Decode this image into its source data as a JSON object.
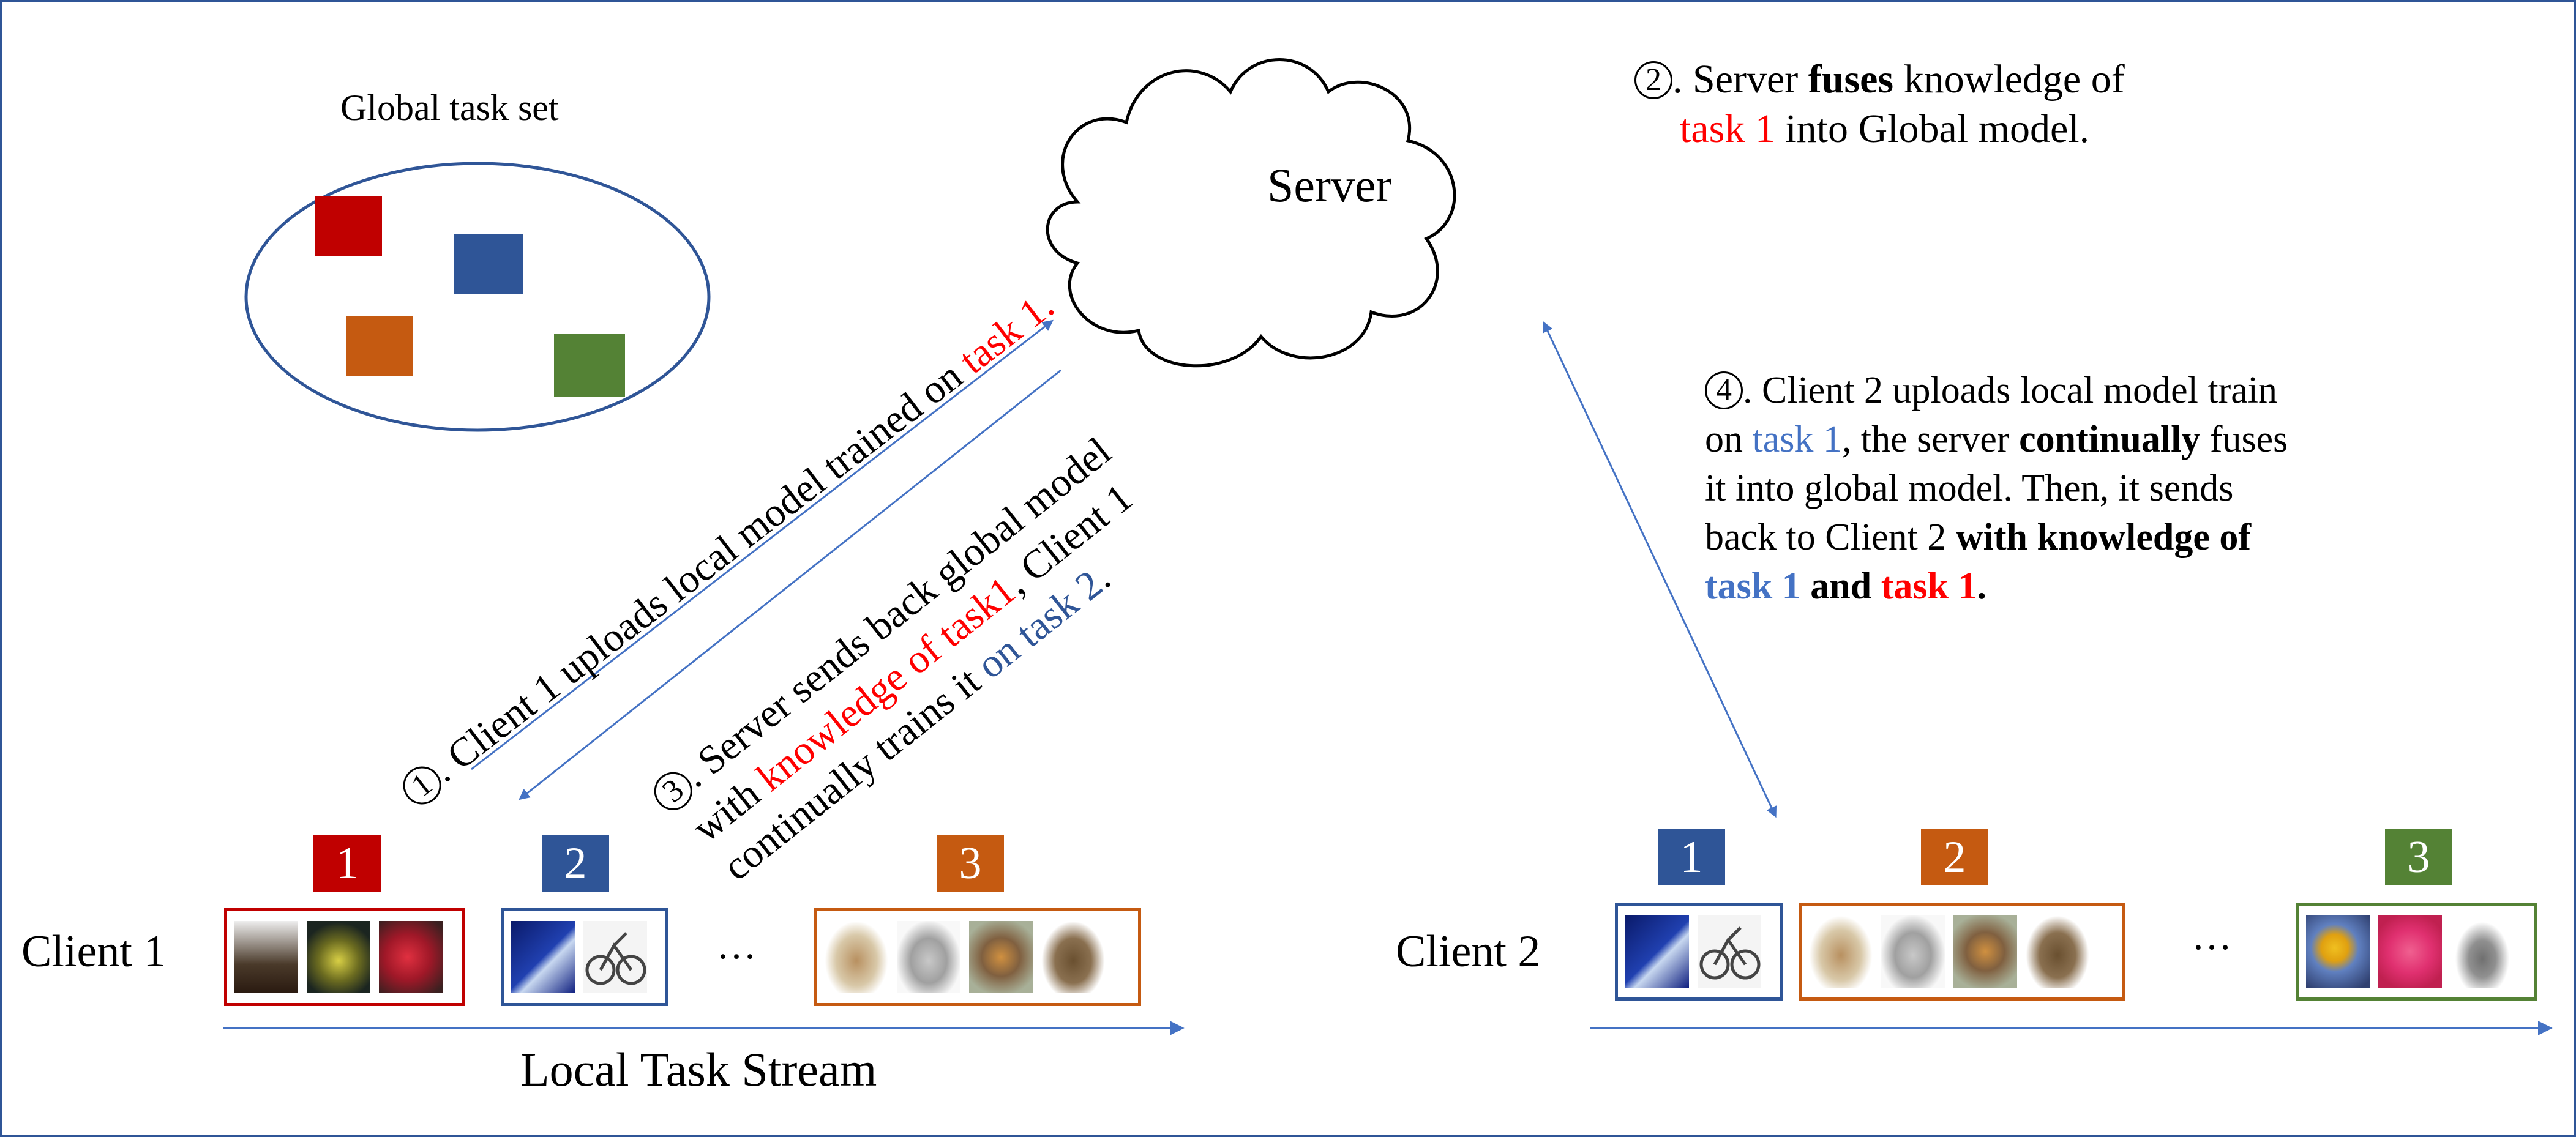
{
  "colors": {
    "task1": "#c00000",
    "task2": "#2f5597",
    "task3": "#c55a11",
    "task4": "#548235",
    "arrow": "#4472c4",
    "highlight_red": "#ff0000",
    "highlight_blue": "#4472c4"
  },
  "global_task_set": {
    "label": "Global task set",
    "tasks": [
      "task-1",
      "task-2",
      "task-3",
      "task-4"
    ]
  },
  "server": {
    "label": "Server",
    "icon": "cloud-icon"
  },
  "step1": {
    "num": "1",
    "text_a": ". Client 1 uploads local model trained on ",
    "text_b": "task 1."
  },
  "step2": {
    "num": "2",
    "text_a": ". Server ",
    "text_b": "fuses",
    "text_c": " knowledge of",
    "text_d": "task 1",
    "text_e": " into Global model."
  },
  "step3": {
    "num": "3",
    "line1": ". Server sends back global model",
    "line2_a": "with ",
    "line2_b": "knowledge of task1",
    "line2_c": ", Client 1",
    "line3_a": "continually trains it ",
    "line3_b": "on task 2",
    "line3_c": "."
  },
  "step4": {
    "num": "4",
    "line1": ". Client 2 uploads local model train",
    "line2_a": "on ",
    "line2_b": "task 1",
    "line2_c": ", the server ",
    "line2_d": "continually",
    "line2_e": " fuses",
    "line3": "it into global model. Then, it sends",
    "line4_a": "back to Client 2 ",
    "line4_b": "with knowledge of",
    "line5_a": "task 1",
    "line5_b": " and ",
    "line5_c": "task 1",
    "line5_d": "."
  },
  "client1": {
    "label": "Client 1",
    "tasks": [
      {
        "num": "1",
        "images": [
          "bear",
          "fish",
          "apples"
        ]
      },
      {
        "num": "2",
        "images": [
          "shark",
          "bicycle"
        ]
      },
      {
        "num": "3",
        "images": [
          "camel",
          "van",
          "tiger",
          "turtle"
        ]
      }
    ],
    "ellipsis": "…",
    "stream_label": "Local Task Stream"
  },
  "client2": {
    "label": "Client 2",
    "tasks": [
      {
        "num": "1",
        "images": [
          "shark",
          "bicycle"
        ]
      },
      {
        "num": "2",
        "images": [
          "camel",
          "van",
          "tiger",
          "turtle"
        ]
      },
      {
        "num": "3",
        "images": [
          "sunflower",
          "rose",
          "rabbit"
        ]
      }
    ],
    "ellipsis": "…"
  }
}
